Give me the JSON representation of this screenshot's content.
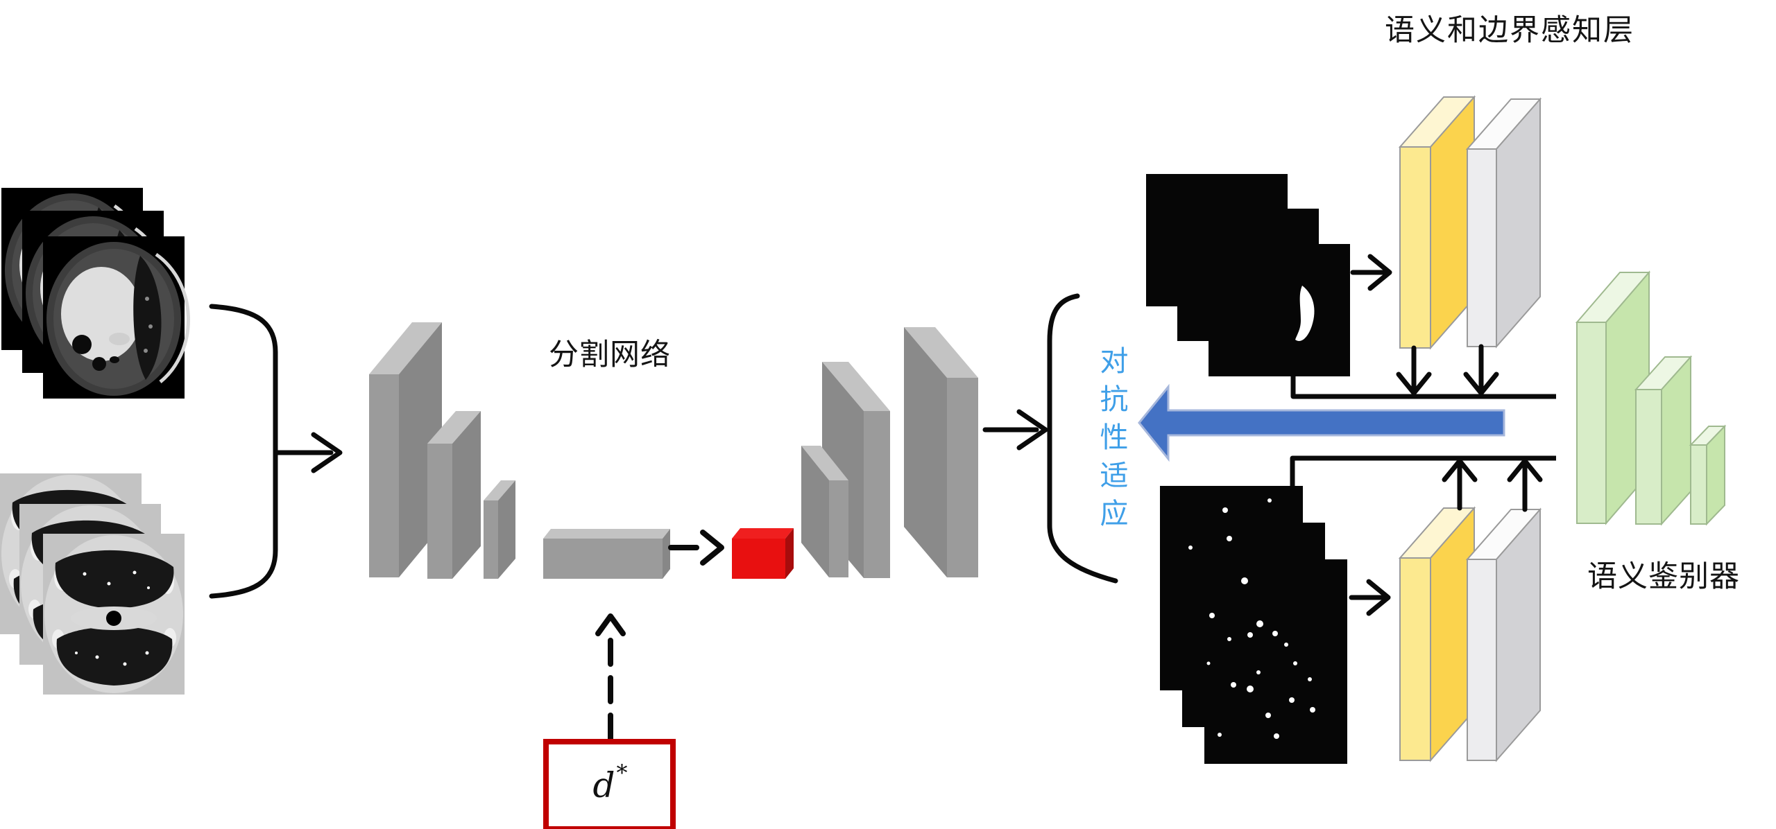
{
  "figure": {
    "type": "adversarial-domain-adaptation-segmentation-architecture",
    "labels": {
      "aware_layer": "语义和边界感知层",
      "seg_network": "分割网络",
      "discriminator": "语义鉴别器",
      "adversarial_adaptation": {
        "full": "对抗性适应",
        "chars": [
          "对",
          "抗",
          "性",
          "适",
          "应"
        ]
      },
      "d_star": {
        "base": "d",
        "sup": "*"
      }
    },
    "colors": {
      "adversarial_text": "#3f9fe8",
      "adaptation_arrow_fill": "#4472c4",
      "adaptation_arrow_stroke": "#a6b7dc",
      "latent_code_cube": "#e81010",
      "d_star_border": "#c00000",
      "aware_layer_yellow": "#fce98f",
      "aware_layer_white": "#ededef",
      "discriminator_green": "#d8edc8",
      "network_gray": "#9b9b9b",
      "connector_black": "#0a0a0a"
    },
    "components": [
      "source-ct-stack",
      "target-ct-stack",
      "segmentation-encoder-bars",
      "bottleneck-block",
      "latent-code-cube",
      "segmentation-decoder-bars",
      "source-prediction-mask-stack",
      "target-prediction-mask-stack",
      "semantic-boundary-aware-layers",
      "semantic-discriminator-bars",
      "adversarial-adaptation-arrow",
      "optimal-discriminator-box"
    ]
  }
}
